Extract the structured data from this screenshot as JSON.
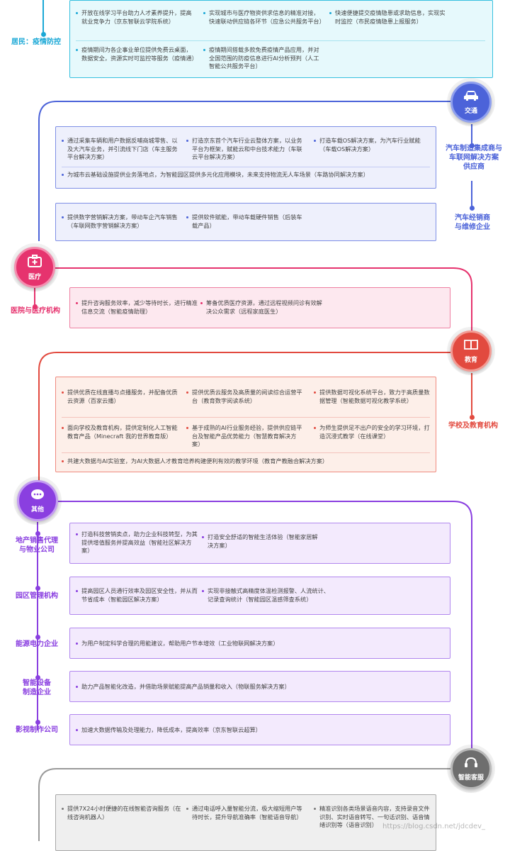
{
  "colors": {
    "cyan": "#1aa8d6",
    "cyan_bg": "#e6f9fc",
    "blue": "#4c63d9",
    "blue_bg": "#eef0fc",
    "pink": "#e6336e",
    "pink_bg": "#fde8ef",
    "red": "#e24a3f",
    "red_bg": "#fdefe9",
    "purple": "#8a3fe0",
    "purple_bg": "#f3eafd",
    "gray": "#7a7a7a",
    "gray_bg": "#efefef"
  },
  "sections": {
    "epidemic": {
      "label": "居民：疫情防控",
      "items": [
        "开放在线学习平台助力人才素养提升，提高就业竞争力（京东智联云学院系统）",
        "实现城市与医疗物资供求信息的精准对接，快速联动供应链各环节（应急公共服务平台）",
        "快速便捷提交疫情隐患或求助信息，实现实时监控（市民疫情隐患上报服务）",
        "疫情期间为各企事业单位提供免费云桌面，数据安全，资源实时可监控等服务（疫情通）",
        "疫情期间搭载多款免费疫情产品应用，并对全国范围的防疫信息进行AI分析预判（人工智能公共服务平台）"
      ]
    },
    "traffic": {
      "node_label": "交通",
      "node_icon": "car-icon",
      "label_a": "汽车制造集成商与\n车联网解决方案\n供应商",
      "label_b": "汽车经销商\n与维修企业",
      "items_a": [
        "通过采集车辆和用户数据反哺商城零售、以及大汽车业务，并引流线下门店（车主服务平台解决方案）",
        "打造京东首个汽车行业云整体方案，以业务平台为框架，赋能云和中台技术能力（车联云平台解决方案）",
        "打造车载OS解决方案，为汽车行业赋能（车载OS解决方案）",
        "为城市云基础设施提供业务落地点，为智能园区提供多元化应用模块，未来支持物流无人车场景（车路协同解决方案）"
      ],
      "items_b": [
        "提供数字营销解决方案，带动车企汽车销售（车联网数字营销解决方案）",
        "提供软件赋能，带动车载硬件销售（后装车载产品）"
      ]
    },
    "medical": {
      "node_label": "医疗",
      "node_icon": "medical-kit-icon",
      "label": "医院与医疗机构",
      "items": [
        "提升咨询服务效率，减少等待时长，进行精准信息交流（智能疫情助理）",
        "筹备优质医疗资源，通过远程视频问诊有效解决公众需求（远程家庭医生）"
      ]
    },
    "education": {
      "node_label": "教育",
      "node_icon": "book-icon",
      "label": "学校及教育机构",
      "items": [
        "提供优质在线直播与点播服务，并配备优质云资源（百家云播）",
        "提供优质云服务及高质量的阅读综合运营平台（教育数字阅读系统）",
        "提供数据可视化系统平台，致力于高质量数据管理（智能数据可视化教学系统）",
        "面向学校及教育机构，提供定制化人工智能教育产品（Minecraft 我的世界教育版）",
        "基于成熟的AI行业服务经验，提供供应链平台及智能产品优势能力（智慧教育解决方案）",
        "为师生提供足不出户的安全的学习环境，打造沉浸式教学（在线课堂）",
        "共建大数据与AI实验室，为AI大数据人才教育培养构建便利有效的教学环境（教育产教融合解决方案）"
      ]
    },
    "other": {
      "node_label": "其他",
      "node_icon": "more-icon",
      "groups": [
        {
          "label": "地产销售代理\n与物业公司",
          "items": [
            "打造科技营销卖点，助力企业科技转型，为其提供增值服务并提高效益（智能社区解决方案）",
            "打造安全舒适的智能生活体验（智能家居解决方案）"
          ]
        },
        {
          "label": "园区管理机构",
          "items": [
            "提高园区人员通行效率及园区安全性，并从而节省成本（智能园区解决方案）",
            "实现非接触式高精度体温检测报警、人流统计、记录查询统计（智能园区温感筛查系统）"
          ]
        },
        {
          "label": "能源电力企业",
          "items": [
            "为用户制定科学合理的用能建议，帮助用户节本增效（工业物联网解决方案）"
          ]
        },
        {
          "label": "智能设备\n制造企业",
          "items": [
            "助力产品智能化改造，并借助场景赋能提高产品销量和收入（物联服务解决方案）"
          ]
        },
        {
          "label": "影视制作公司",
          "items": [
            "加速大数据传输及处理能力，降低成本，提高效率（京东智联云超算）"
          ]
        }
      ]
    },
    "service": {
      "node_label": "智能客服",
      "node_icon": "headset-icon",
      "items": [
        "提供7X24小时便捷的在线智能咨询服务（在线咨询机器人）",
        "通过电话呼入量智能分流，极大缩短用户等待时长，提升导航准确率（智能语音导航）",
        "精准识别各类场景语音内容，支持录音文件识别、实时语音转写、一句话识别、语音情绪识别等（语音识别）"
      ]
    }
  },
  "watermark": "https://blog.csdn.net/jdcdev_"
}
